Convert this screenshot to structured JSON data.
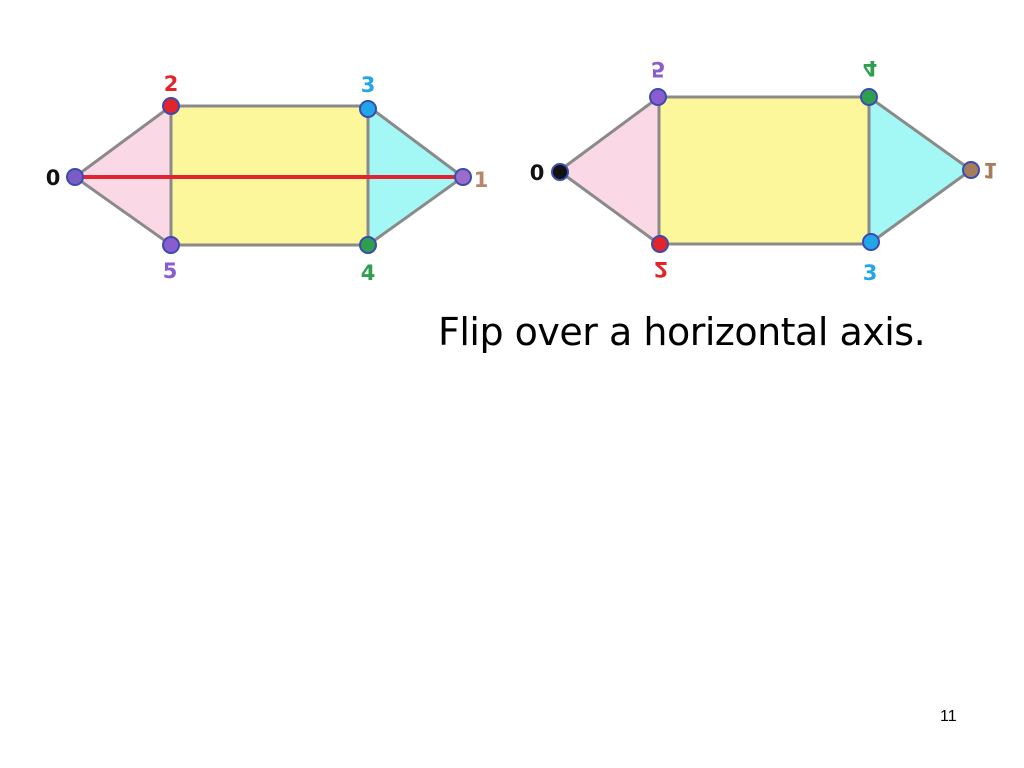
{
  "caption": "Flip over a horizontal axis.",
  "page_number": "11",
  "colors": {
    "pink_triangle": "#fbd8e6",
    "yellow_rect": "#fdf79c",
    "cyan_triangle": "#a3f7f5",
    "edge": "#8a8a8a",
    "axis_line": "#e02530"
  },
  "original_figure": {
    "labels": {
      "v0": "0",
      "v1": "1",
      "v2": "2",
      "v3": "3",
      "v4": "4",
      "v5": "5"
    },
    "vertex_colors": {
      "v0": "#7a5cc4",
      "v1": "#9b6cc9",
      "v2": "#e3242b",
      "v3": "#22a6e8",
      "v4": "#2f9e4f",
      "v5": "#8b5ccf"
    },
    "label_colors": {
      "v0": "#111111",
      "v1": "#b8846a",
      "v2": "#e3242b",
      "v3": "#22a6e8",
      "v4": "#2f9e4f",
      "v5": "#8b5ccf"
    }
  },
  "flipped_figure": {
    "labels": {
      "left": "0",
      "right": "1",
      "top_left": "5",
      "top_right": "4",
      "bottom_left": "2",
      "bottom_right": "3"
    },
    "vertex_colors": {
      "left": "#111111",
      "right": "#a67c5b",
      "top_left": "#8b5ccf",
      "top_right": "#2f9e4f",
      "bottom_left": "#e3242b",
      "bottom_right": "#22a6e8"
    },
    "label_colors": {
      "left": "#111111",
      "right": "#a67c5b",
      "top_left": "#8b5ccf",
      "top_right": "#2f9e4f",
      "bottom_left": "#e3242b",
      "bottom_right": "#22a6e8"
    }
  }
}
